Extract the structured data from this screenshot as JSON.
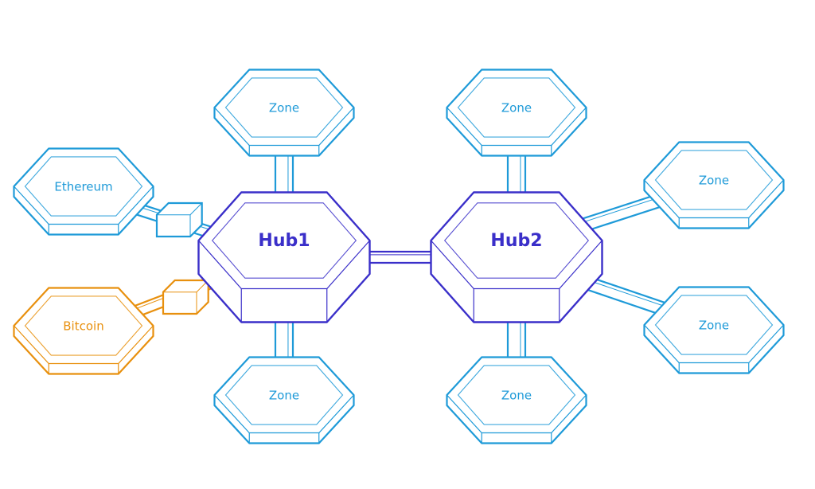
{
  "colors": {
    "zone": "#1e9ad8",
    "hub": "#3a2fc9",
    "bitcoin": "#e8900e"
  },
  "nodes": [
    {
      "id": "zone-top-left",
      "label": "Zone",
      "kind": "zone"
    },
    {
      "id": "zone-top-right",
      "label": "Zone",
      "kind": "zone"
    },
    {
      "id": "zone-bottom-left",
      "label": "Zone",
      "kind": "zone"
    },
    {
      "id": "zone-bottom-right",
      "label": "Zone",
      "kind": "zone"
    },
    {
      "id": "zone-right-upper",
      "label": "Zone",
      "kind": "zone"
    },
    {
      "id": "zone-right-lower",
      "label": "Zone",
      "kind": "zone"
    },
    {
      "id": "ethereum",
      "label": "Ethereum",
      "kind": "zone"
    },
    {
      "id": "bitcoin",
      "label": "Bitcoin",
      "kind": "bitcoin"
    },
    {
      "id": "hub1",
      "label": "Hub1",
      "kind": "hub"
    },
    {
      "id": "hub2",
      "label": "Hub2",
      "kind": "hub"
    }
  ],
  "links": [
    {
      "from": "zone-top-left",
      "to": "hub1"
    },
    {
      "from": "zone-bottom-left",
      "to": "hub1"
    },
    {
      "from": "zone-top-right",
      "to": "hub2"
    },
    {
      "from": "zone-bottom-right",
      "to": "hub2"
    },
    {
      "from": "zone-right-upper",
      "to": "hub2"
    },
    {
      "from": "zone-right-lower",
      "to": "hub2"
    },
    {
      "from": "hub1",
      "to": "hub2"
    },
    {
      "from": "ethereum",
      "to": "hub1",
      "via": "peg-zone"
    },
    {
      "from": "bitcoin",
      "to": "hub1",
      "via": "peg-zone"
    }
  ]
}
